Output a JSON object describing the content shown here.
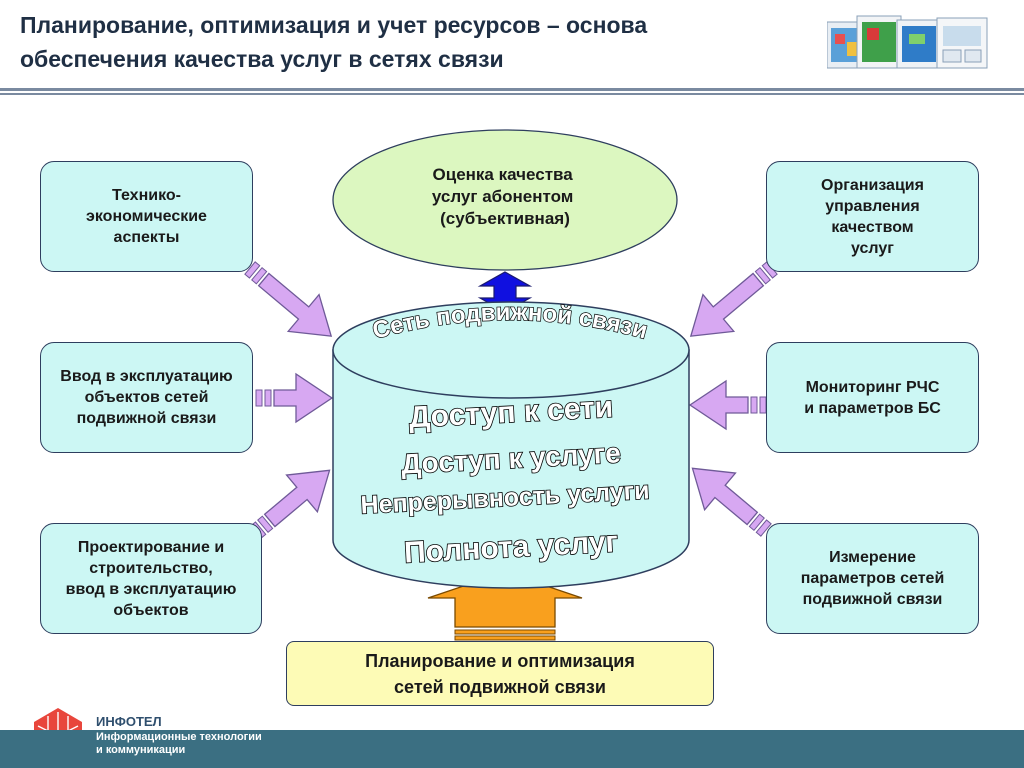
{
  "header": {
    "title": "Планирование, оптимизация и учет ресурсов – основа\nобеспечения качества услуг в сетях связи"
  },
  "diagram": {
    "ellipse_label": "Оценка качества\nуслуг абонентом\n(субъективная)",
    "cylinder_top_label": "Сеть подвижной связи",
    "cylinder_lines": [
      "Доступ к сети",
      "Доступ к услуге",
      "Непрерывность услуги",
      "Полнота услуг"
    ],
    "left_boxes": [
      "Технико-\nэкономические\nаспекты",
      "Ввод в эксплуатацию\nобъектов сетей\nподвижной связи",
      "Проектирование и\nстроительство,\nввод в эксплуатацию\nобъектов"
    ],
    "right_boxes": [
      "Организация\nуправления\nкачеством\nуслуг",
      "Мониторинг РЧС\nи параметров БС",
      "Измерение\nпараметров сетей\nподвижной связи"
    ],
    "bottom_box": "Планирование и оптимизация\nсетей подвижной связи",
    "colors": {
      "box_fill": "#ccf7f4",
      "ellipse_fill": "#dcf7c0",
      "cylinder_fill": "#ccf7f4",
      "arrow_violet": "#d7a8f2",
      "arrow_blue": "#1010e0",
      "arrow_orange": "#f9a01e",
      "bottom_fill": "#fdfbb6",
      "footer": "#3b6f82"
    }
  },
  "footer": {
    "brand": "ИНФОТЕЛ",
    "tagline": "Информационные технологии\nи коммуникации",
    "logo_icon": "infotel-logo-icon"
  },
  "thumbnail_icon": "software-screenshots-icon"
}
